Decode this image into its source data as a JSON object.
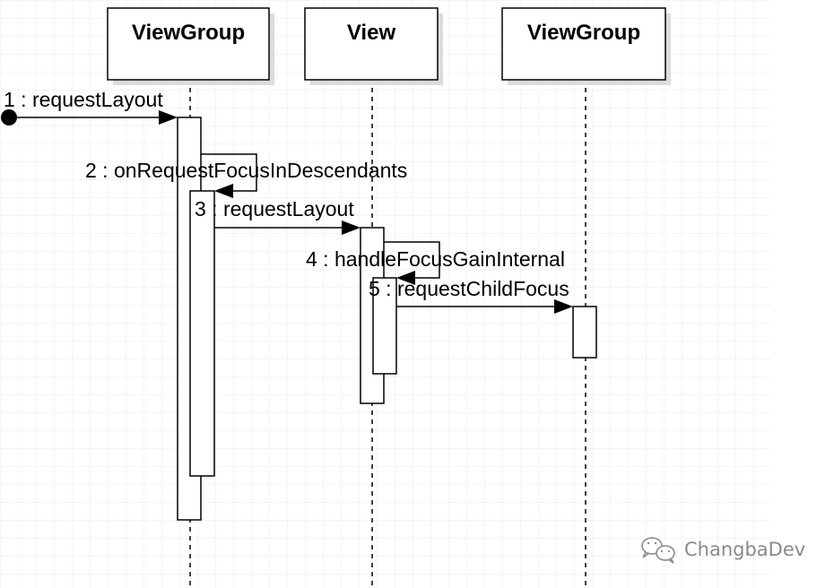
{
  "participants": [
    {
      "name": "ViewGroup"
    },
    {
      "name": "View"
    },
    {
      "name": "ViewGroup"
    }
  ],
  "messages": [
    {
      "label": "1 : requestLayout"
    },
    {
      "label": "2 : onRequestFocusInDescendants"
    },
    {
      "label": "3 : requestLayout"
    },
    {
      "label": "4 : handleFocusGainInternal"
    },
    {
      "label": "5 : requestChildFocus"
    }
  ],
  "watermark": {
    "text": "ChangbaDev",
    "icon": "wechat-icon"
  },
  "colors": {
    "grid": "#ebebeb",
    "line": "#000000",
    "shadow": "#dcdcdc",
    "watermark": "#8a8a8a"
  }
}
